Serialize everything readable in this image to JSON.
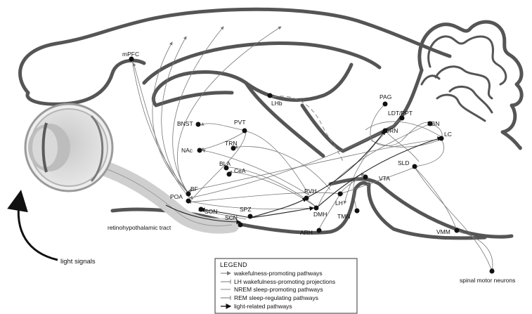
{
  "nodes": [
    {
      "id": "mPFC",
      "label": "mPFC"
    },
    {
      "id": "BNST",
      "label": "BNST"
    },
    {
      "id": "PVT",
      "label": "PVT"
    },
    {
      "id": "NAc",
      "label": "NAc"
    },
    {
      "id": "TRN",
      "label": "TRN"
    },
    {
      "id": "BLA",
      "label": "BLA"
    },
    {
      "id": "CeA",
      "label": "CeA"
    },
    {
      "id": "LHb",
      "label": "LHb"
    },
    {
      "id": "PAG",
      "label": "PAG"
    },
    {
      "id": "LDT_PPT",
      "label": "LDT/PPT"
    },
    {
      "id": "PBN",
      "label": "PBN"
    },
    {
      "id": "DRN",
      "label": "DRN"
    },
    {
      "id": "LC",
      "label": "LC"
    },
    {
      "id": "SLD",
      "label": "SLD"
    },
    {
      "id": "VTA",
      "label": "VTA"
    },
    {
      "id": "PVH",
      "label": "PVH"
    },
    {
      "id": "LH",
      "label": "LH"
    },
    {
      "id": "TMN",
      "label": "TMN"
    },
    {
      "id": "DMH",
      "label": "DMH"
    },
    {
      "id": "BF",
      "label": "BF"
    },
    {
      "id": "POA",
      "label": "POA"
    },
    {
      "id": "SON",
      "label": "SON"
    },
    {
      "id": "SPZ",
      "label": "SPZ"
    },
    {
      "id": "SCN",
      "label": "SCN"
    },
    {
      "id": "ARH",
      "label": "ARH"
    },
    {
      "id": "VMM",
      "label": "VMM"
    },
    {
      "id": "spinal",
      "label": "spinal motor neurons"
    }
  ],
  "annotations": {
    "rht": "retinohypothalamic tract",
    "light": "light signals"
  },
  "legend": {
    "title": "LEGEND",
    "items": [
      {
        "label": "wakefulness-promoting pathways",
        "color": "#777777"
      },
      {
        "label": "LH wakefulness-promoting projections",
        "color": "#777777"
      },
      {
        "label": "NREM sleep-promoting pathways",
        "color": "#888888"
      },
      {
        "label": "REM sleep-regulating pathways",
        "color": "#777777"
      },
      {
        "label": "light-related pathways",
        "color": "#111111"
      }
    ]
  }
}
